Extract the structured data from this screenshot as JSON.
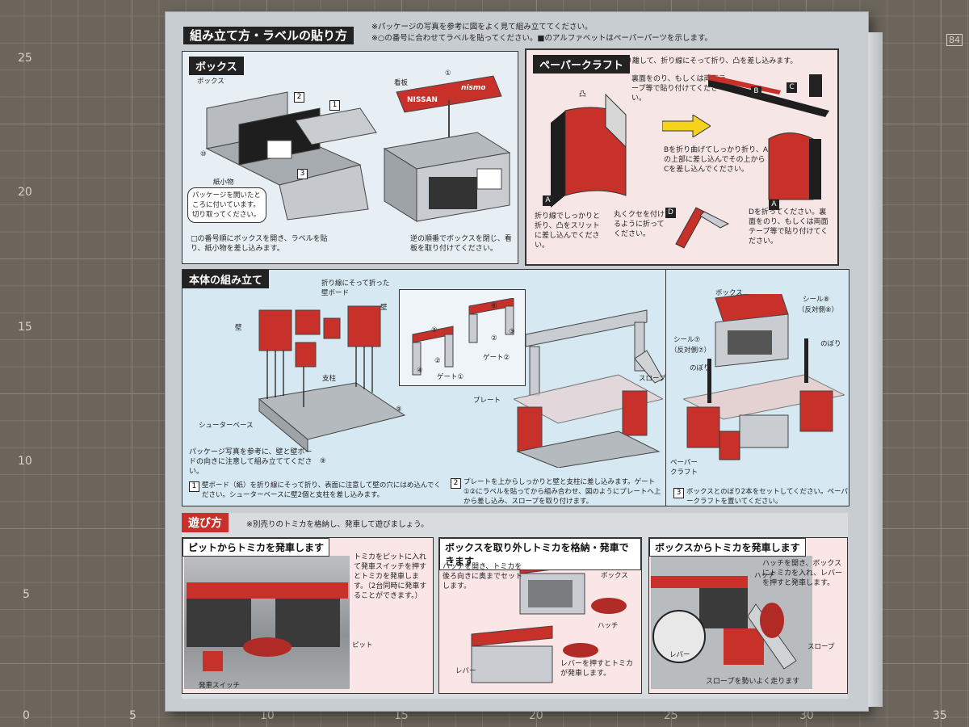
{
  "ruler": {
    "left": [
      "25",
      "20",
      "15",
      "10",
      "5",
      "0"
    ],
    "bottom": [
      "5",
      "10",
      "15",
      "20",
      "25",
      "30",
      "35"
    ],
    "top_right": "84"
  },
  "header": {
    "title": "組み立て方・ラベルの貼り方",
    "note1": "※パッケージの写真を参考に図をよく見て組み立ててください。",
    "note2": "※○の番号に合わせてラベルを貼ってください。■のアルファベットはペーパーパーツを示します。"
  },
  "box_panel": {
    "title": "ボックス",
    "labels": {
      "box": "ボックス",
      "signboard": "看板",
      "small_paper": "紙小物",
      "ten": "⑩",
      "one": "①",
      "sq1": "1",
      "sq2": "2",
      "sq3": "3"
    },
    "bubble": "パッケージを開いたところに付いています。切り取ってください。",
    "caption_left": "□の番号順にボックスを開き、ラベルを貼り、紙小物を差し込みます。",
    "caption_right": "逆の順番でボックスを閉じ、看板を取り付けてください。",
    "sign_text": "NISSAN",
    "sign_text2": "nismo"
  },
  "papercraft": {
    "title": "ペーパークラフト",
    "step1": "切り離して、折り線にそって折り、凸を差し込みます。",
    "glue": "裏面をのり、もしくは両面テープ等で貼り付けてください。",
    "b_step": "Bを折り曲げてしっかり折り、Aの上部に差し込んでその上からCを差し込んでください。",
    "fold": "折り線でしっかりと折り、凸をスリットに差し込んでください。",
    "curve": "丸くクセを付けるように折ってください。",
    "d_step": "Dを折ってください。裏面をのり、もしくは両面テープ等で貼り付けてください。",
    "labels": {
      "A": "A",
      "B": "B",
      "C": "C",
      "D": "D",
      "A2": "A",
      "convex": "凸"
    }
  },
  "body_assembly": {
    "title": "本体の組み立て",
    "labels": {
      "wall_board": "折り線にそって折った壁ボード",
      "wall_left": "壁",
      "wall_right": "壁",
      "pillar": "支柱",
      "shooter_base": "シューターベース",
      "gate1": "ゲート①",
      "gate2": "ゲート②",
      "plate": "プレート",
      "slope": "スロープ",
      "box": "ボックス",
      "seal8": "シール⑧",
      "seal8r": "（反対側⑧）",
      "seal7": "シール⑦",
      "seal7r": "（反対側⑦）",
      "flag": "のぼり",
      "flag2": "のぼり",
      "papercraft": "ペーパークラフト",
      "n9a": "⑨",
      "n9b": "⑨",
      "n5": "⑤",
      "n2a": "②",
      "n4": "④",
      "n6": "⑥",
      "n2b": "②",
      "n3": "③"
    },
    "note_ref": "パッケージ写真を参考に、壁と壁ボードの向きに注意して組み立ててください。",
    "step1": "壁ボード（紙）を折り線にそって折り、表面に注意して壁の穴にはめ込んでください。シューターベースに壁2個と支柱を差し込みます。",
    "step2": "プレートを上からしっかりと壁と支柱に差し込みます。ゲート①②にラベルを貼ってから組み合わせ、図のようにプレートへ上から差し込み、スロープを取り付けます。",
    "step3": "ボックスとのぼり2本をセットしてください。ペーパークラフトを置いてください。",
    "steps": {
      "s1": "1",
      "s2": "2",
      "s3": "3"
    }
  },
  "play": {
    "title": "遊び方",
    "note": "※別売りのトミカを格納し、発車して遊びましょう。",
    "panel1": {
      "title": "ピットからトミカを発車します",
      "text": "トミカをピットに入れて発車スイッチを押すとトミカを発車します。（2台同時に発車することができます。）",
      "pit": "ピット",
      "switch": "発車スイッチ"
    },
    "panel2": {
      "title": "ボックスを取り外しトミカを格納・発車できます",
      "text": "ハッチを開き、トミカを後ろ向きに奥までセットします。",
      "box": "ボックス",
      "hatch": "ハッチ",
      "lever": "レバー",
      "lever_text": "レバーを押すとトミカが発車します。"
    },
    "panel3": {
      "title": "ボックスからトミカを発車します",
      "text": "ハッチを開き、ボックスにトミカを入れ、レバーを押すと発車します。",
      "hatch": "ハッチ",
      "lever": "レバー",
      "slope": "スロープ",
      "slope_text": "スロープを勢いよく走ります"
    }
  },
  "colors": {
    "red": "#c8302a",
    "dark": "#222222",
    "panel_bg": "#e4eef4",
    "mat": "#6b655c"
  }
}
